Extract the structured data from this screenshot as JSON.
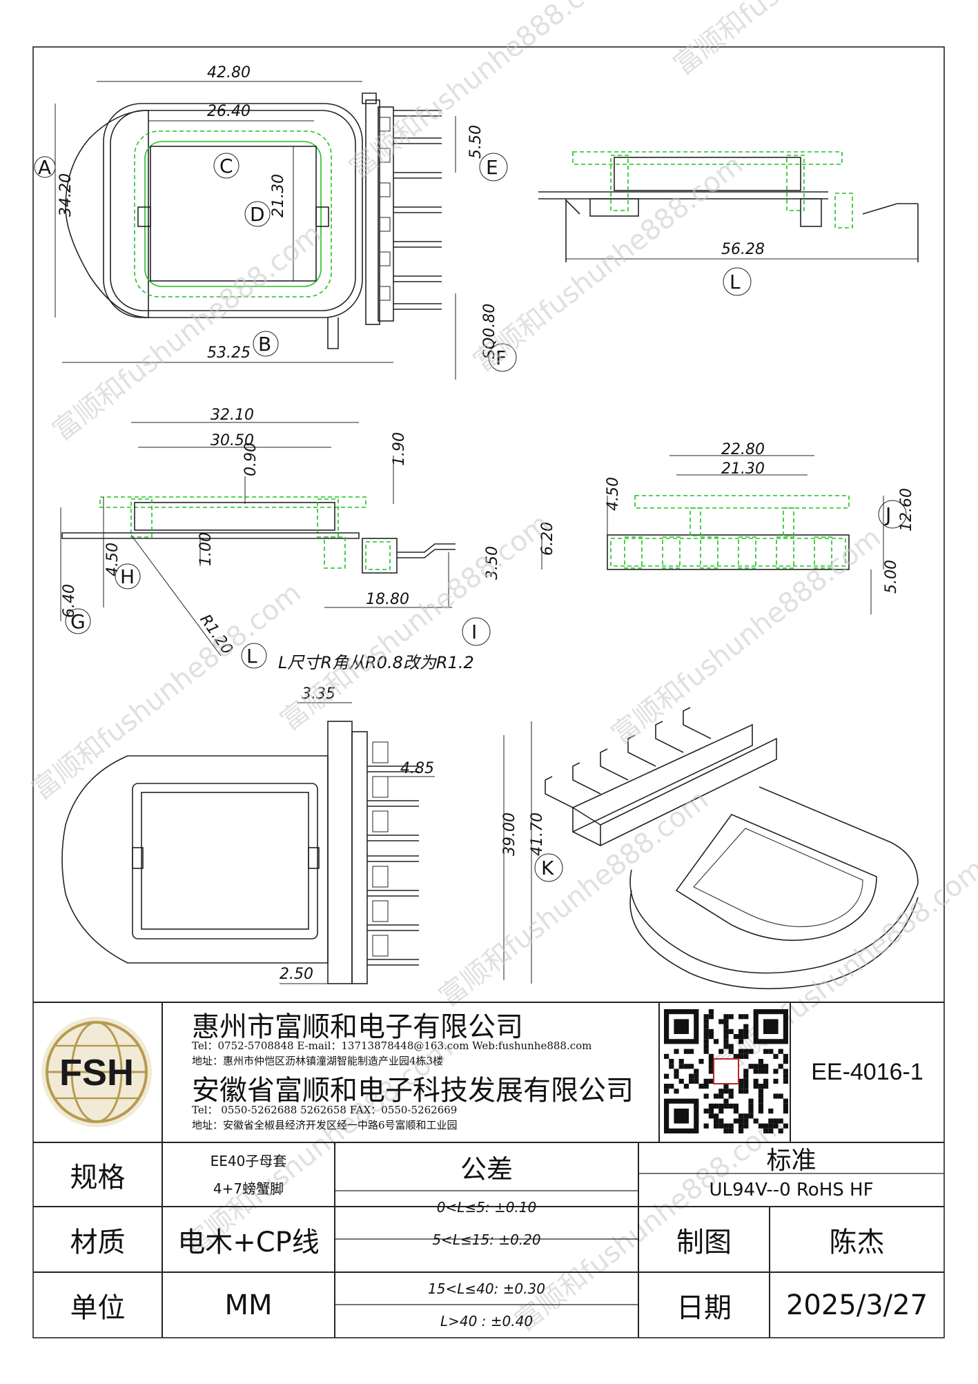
{
  "drawing": {
    "dims_top_left": [
      "42.80",
      "26.40",
      "21.30",
      "34.20",
      "53.25"
    ],
    "labels_top_left": [
      "A",
      "B",
      "C",
      "D"
    ],
    "dims_right_pins": [
      "5.50",
      "SQ0.80"
    ],
    "labels_right_pins": [
      "E",
      "F"
    ],
    "dim_side_top_right": "56.28",
    "label_side_top_right": "L",
    "dims_mid_left": [
      "32.10",
      "30.50",
      "0.90",
      "1.90",
      "1.00",
      "4.50",
      "6.40",
      "3.50",
      "18.80",
      "R1.20"
    ],
    "labels_mid_left": [
      "G",
      "H",
      "I",
      "L"
    ],
    "note_mid_left": "L尺寸R角从R0.8改为R1.2",
    "dims_mid_right": [
      "22.80",
      "21.30",
      "4.50",
      "6.20",
      "12.60",
      "5.00"
    ],
    "label_mid_right": "J",
    "dims_bottom": [
      "3.35",
      "4.85",
      "39.00",
      "41.70",
      "2.50"
    ],
    "label_bottom": "K",
    "watermark_text": "富顺和fushunhe888.com"
  },
  "title_block": {
    "logo_text": "FSH",
    "company1": "惠州市富顺和电子有限公司",
    "company1_contact": "Tel：0752-5708848  E-mail：13713878448@163.com  Web:fushunhe888.com",
    "company1_address": "地址：惠州市仲恺区沥林镇潼湖智能制造产业园4栋3楼",
    "company2": "安徽省富顺和电子科技发展有限公司",
    "company2_contact": "Tel：  0550-5262688  5262658      FAX：0550-5262669",
    "company2_address": "地址：安徽省全椒县经济开发区经一中路6号富顺和工业园",
    "part_number": "EE-4016-1"
  },
  "spec_table": {
    "spec_label": "规格",
    "spec_value_line1": "EE40子母套",
    "spec_value_line2": "4+7螃蟹脚",
    "tolerance_label": "公差",
    "standard_label": "标准",
    "standard_value": "UL94V--0   RoHS  HF",
    "material_label": "材质",
    "material_value": "电木+CP线",
    "tol_1": "0<L≤5: ±0.10",
    "tol_2": "5<L≤15: ±0.20",
    "tol_3": "15<L≤40: ±0.30",
    "tol_4": "L>40 :   ±0.40",
    "drawn_label": "制图",
    "drawn_value": "陈杰",
    "unit_label": "单位",
    "unit_value": "MM",
    "date_label": "日期",
    "date_value": "2025/3/27"
  }
}
